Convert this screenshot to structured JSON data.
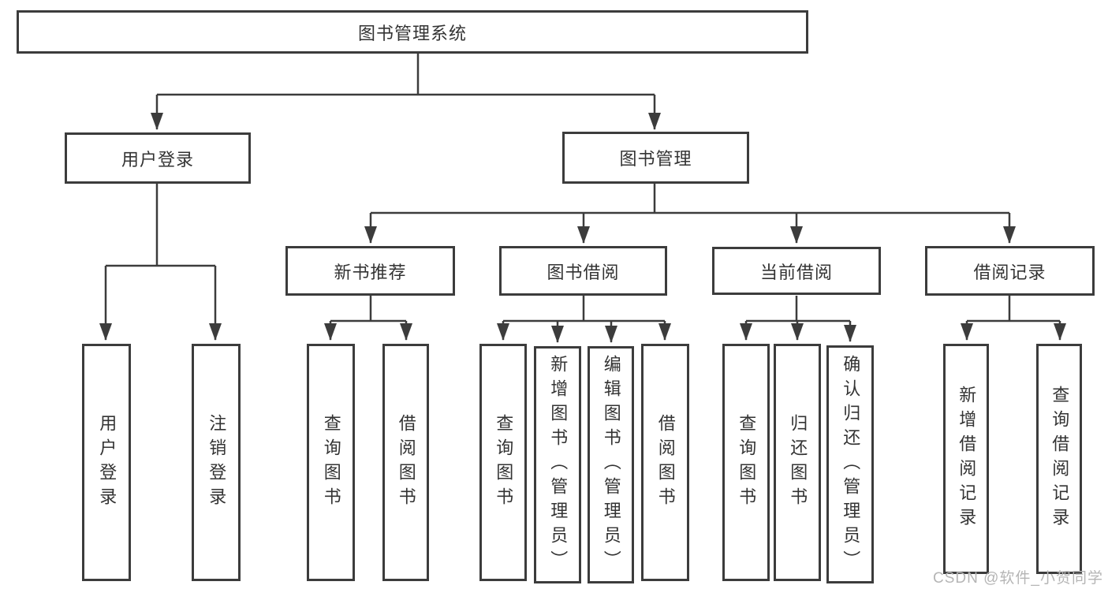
{
  "diagram": {
    "root": {
      "label": "图书管理系统"
    },
    "branches": [
      {
        "label": "用户登录",
        "leaves": [
          {
            "label": "用户登录"
          },
          {
            "label": "注销登录"
          }
        ]
      },
      {
        "label": "图书管理",
        "groups": [
          {
            "label": "新书推荐",
            "leaves": [
              {
                "label": "查询图书"
              },
              {
                "label": "借阅图书"
              }
            ]
          },
          {
            "label": "图书借阅",
            "leaves": [
              {
                "label": "查询图书"
              },
              {
                "label": "新增图书（管理员）"
              },
              {
                "label": "编辑图书（管理员）"
              },
              {
                "label": "借阅图书"
              }
            ]
          },
          {
            "label": "当前借阅",
            "leaves": [
              {
                "label": "查询图书"
              },
              {
                "label": "归还图书"
              },
              {
                "label": "确认归还（管理员）"
              }
            ]
          },
          {
            "label": "借阅记录",
            "leaves": [
              {
                "label": "新增借阅记录"
              },
              {
                "label": "查询借阅记录"
              }
            ]
          }
        ]
      }
    ]
  },
  "watermark": {
    "text": "CSDN @软件_小贺同学"
  },
  "colors": {
    "line": "#3c3c3c",
    "box_border": "#3c3c3c",
    "text": "#333333",
    "watermark_text": "#b5b5b5",
    "background": "#ffffff"
  }
}
